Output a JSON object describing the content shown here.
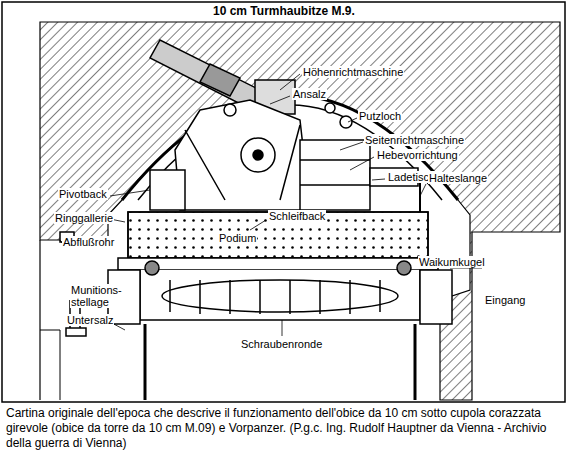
{
  "diagram": {
    "title": "10 cm Turmhaubitze M.9.",
    "caption": "Cartina originale dell'epoca che descrive il funzionamento dell'obice da 10 cm sotto cupola corazzata girevole (obice da torre da 10 cm M.09) e Vorpanzer. (P.g.c. Ing. Rudolf Hauptner da Vienna - Archivio della guerra di Vienna)",
    "labels": [
      "Höhenrichtmaschine",
      "Ansalz",
      "Putzloch",
      "Seitenrichtmaschine",
      "Hebevorrichtung",
      "Ladetisch",
      "Halteslange",
      "Pivotback",
      "Ringgallerie",
      "Abflußrohr",
      "Schleifback",
      "Podium",
      "Waikumkugel",
      "Munitions- stellage",
      "Eingang",
      "Untersalz",
      "Schraubenronde"
    ]
  }
}
